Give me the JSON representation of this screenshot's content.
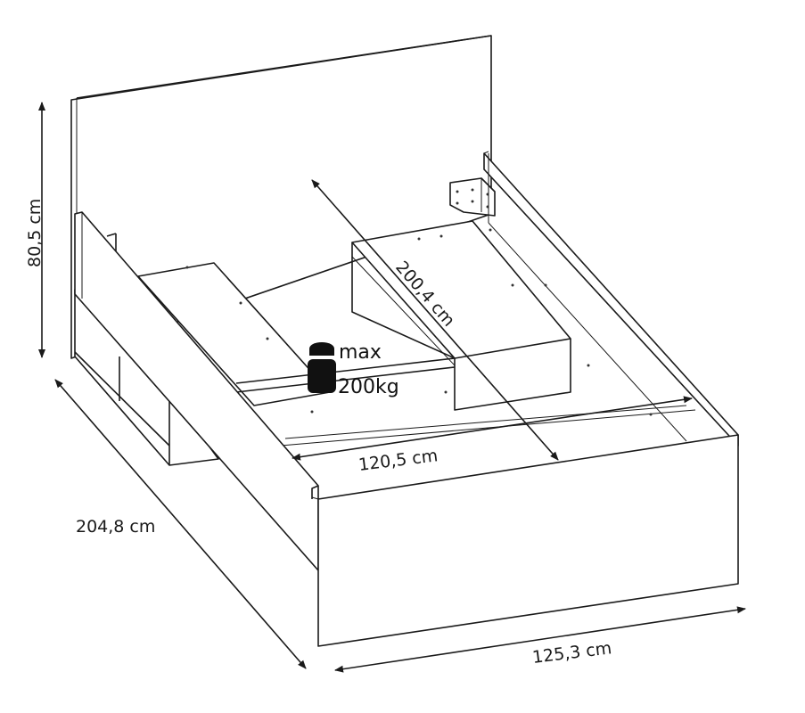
{
  "dimensions": {
    "height": "80,5 cm",
    "length": "204,8 cm",
    "width": "125,3 cm",
    "inner_width": "120,5 cm",
    "inner_length": "200,4 cm"
  },
  "load": {
    "max_label": "max",
    "weight_label": "200kg",
    "icon": "weight-icon"
  }
}
